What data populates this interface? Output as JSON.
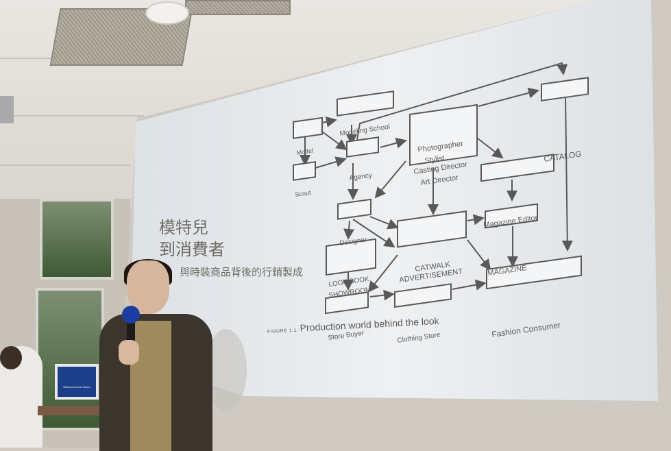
{
  "slide": {
    "title_line1": "模特兒",
    "title_line2": "到消費者",
    "subtitle": "與時裝商品背後的行銷製成",
    "caption_prefix": "FIGURE 1.1.",
    "caption_text": "Production world behind the look"
  },
  "diagram": {
    "nodes": {
      "model": "Model",
      "modeling_school": "Modeling School",
      "scout": "Scout",
      "agency": "Agency",
      "photographer_line1": "Photographer",
      "photographer_line2": "Stylist",
      "photographer_line3": "Casting Director",
      "photographer_line4": "Art Director",
      "catalog": "CATALOG",
      "magazine_editor": "Magazine Editor",
      "designer": "Designer",
      "magazine": "MAGAZINE",
      "catwalk_line1": "CATWALK",
      "catwalk_line2": "ADVERTISEMENT",
      "look_book_line1": "LOOK BOOK",
      "look_book_line2": "SHOWROOM",
      "fashion_consumer": "Fashion Consumer",
      "clothing_store": "Clothing Store",
      "store_buyer": "Store Buyer"
    }
  },
  "monitor": {
    "text": "Welcome to the Room"
  },
  "colors": {
    "screen_light": "#eef0f2",
    "screen_mid": "#dfe3e6",
    "diagram_ink": "#595959",
    "title_ink": "#6e6b64"
  }
}
